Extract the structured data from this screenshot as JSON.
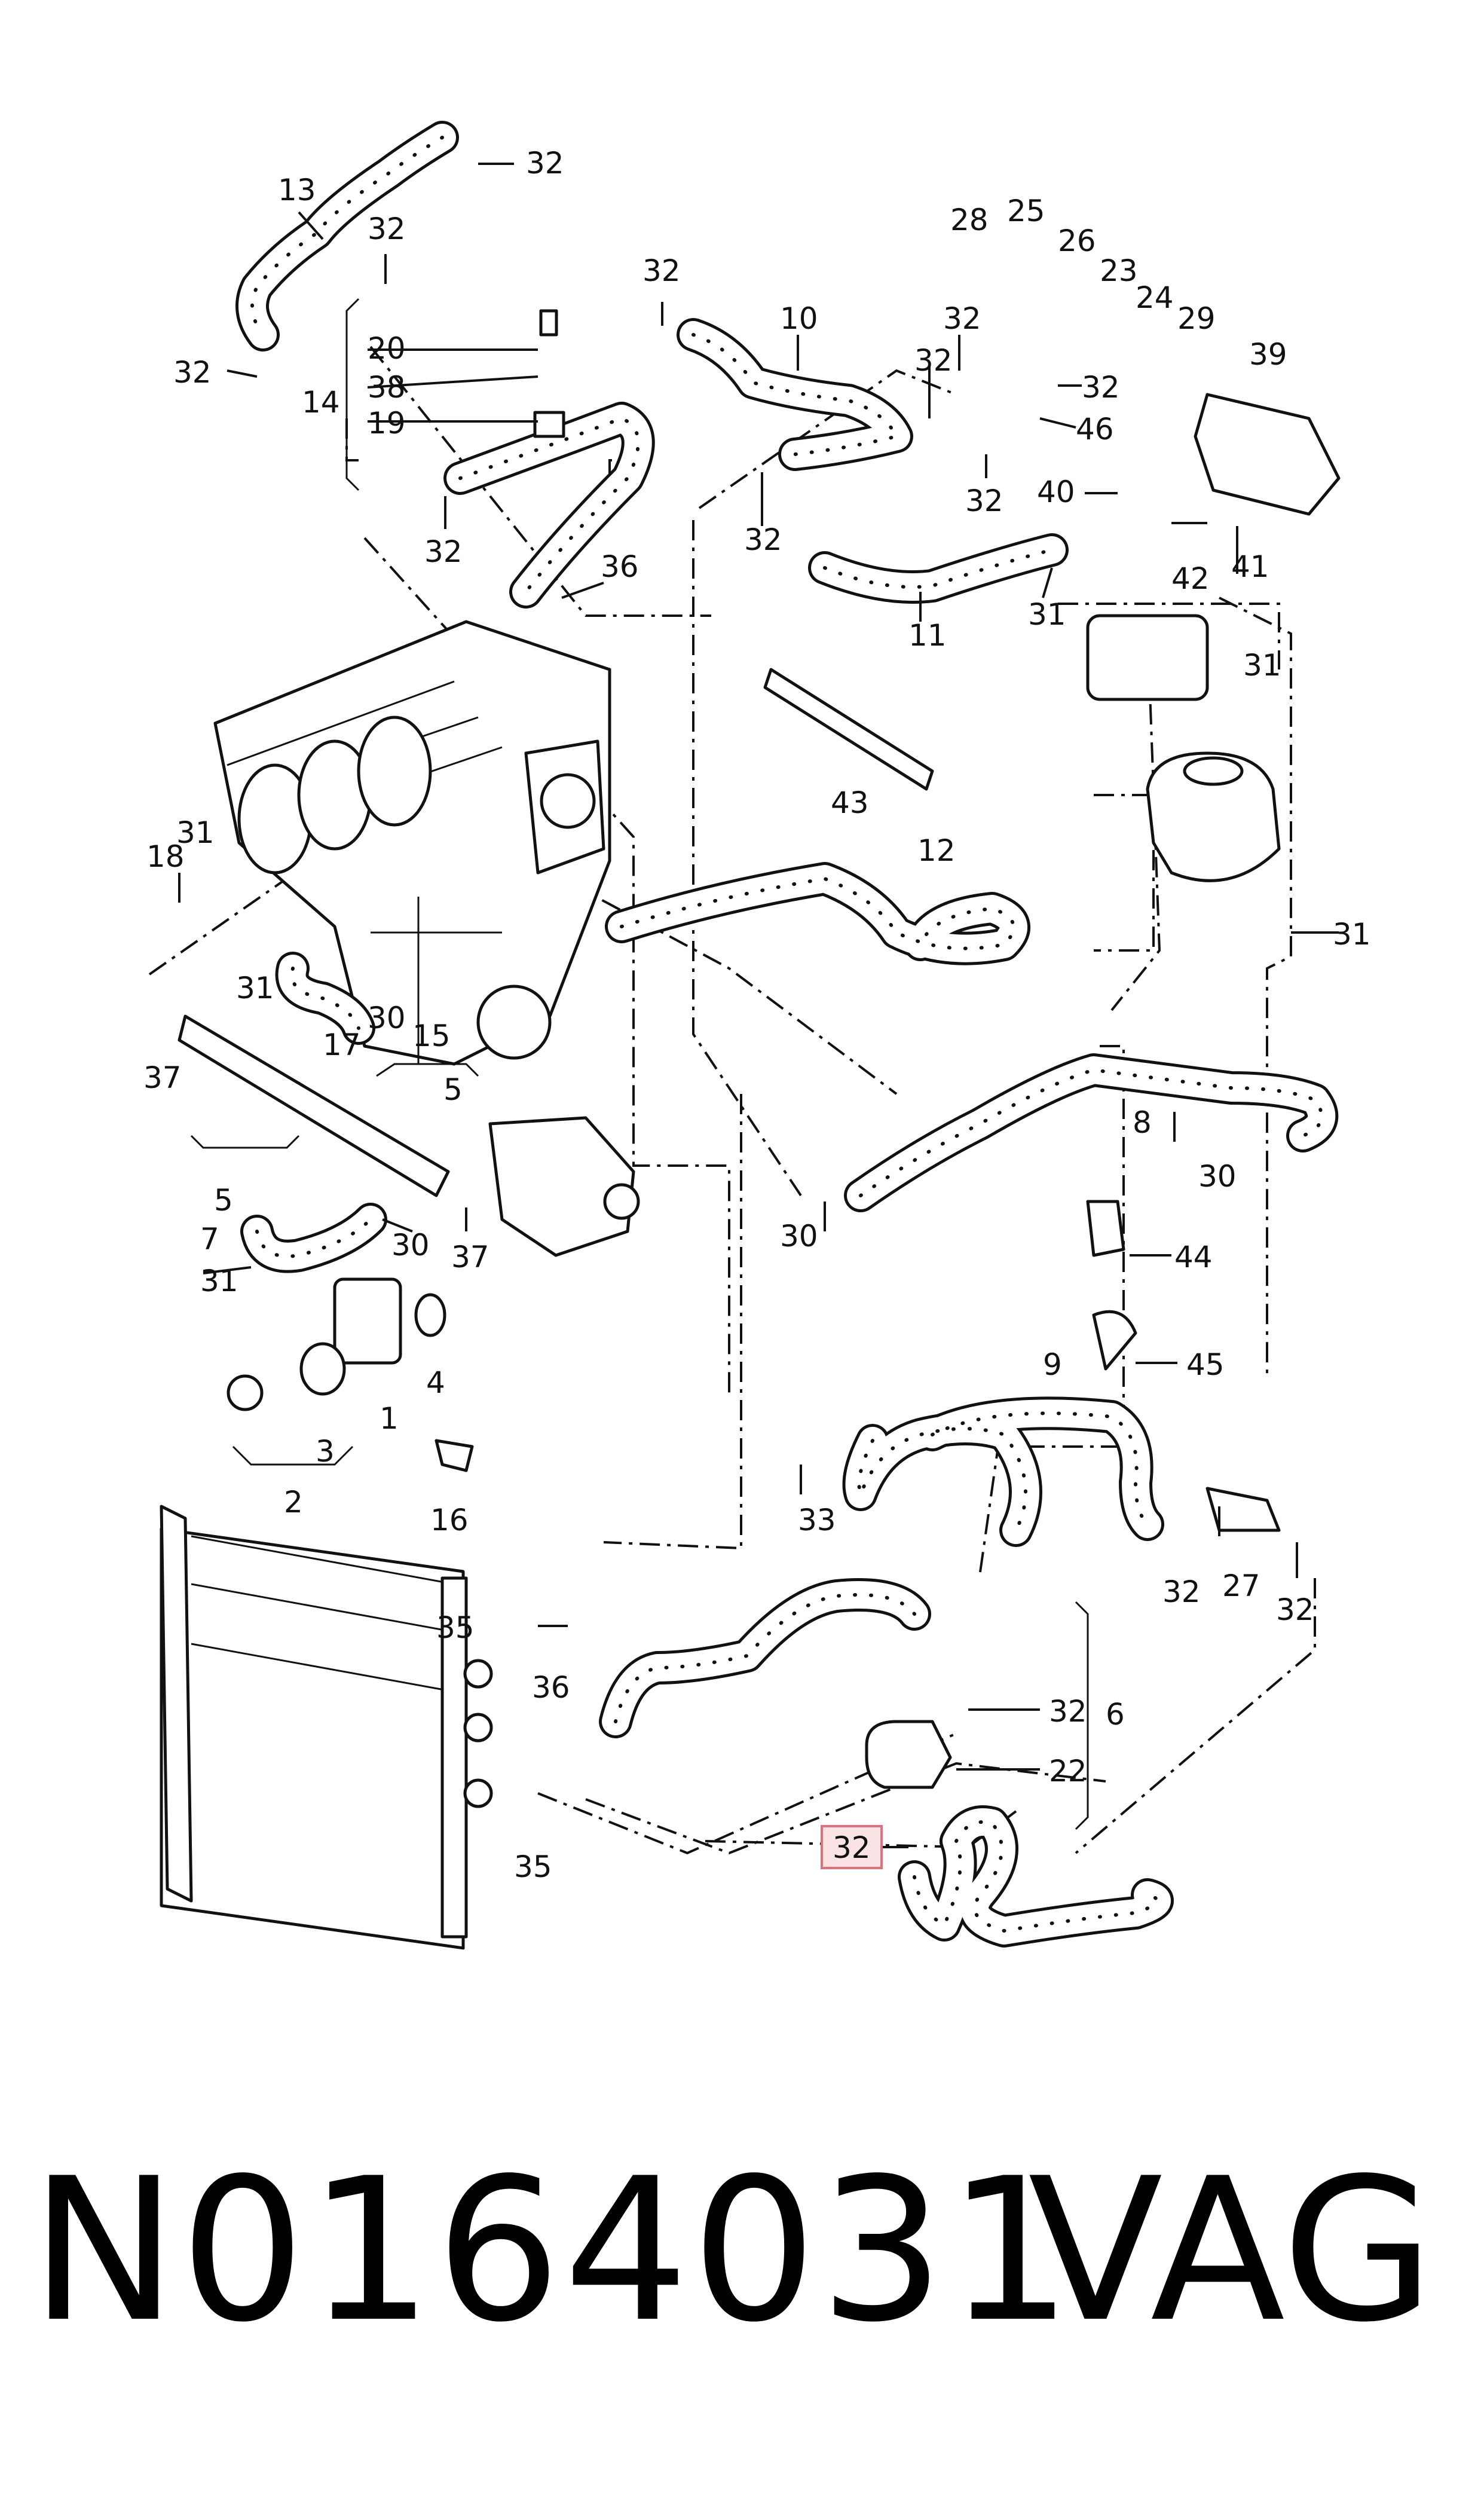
{
  "callouts": {
    "c1": "1",
    "c2": "2",
    "c3": "3",
    "c4": "4",
    "c5": "5",
    "c6": "6",
    "c7": "7",
    "c8": "8",
    "c9": "9",
    "c10": "10",
    "c11": "11",
    "c12": "12",
    "c13": "13",
    "c14": "14",
    "c15": "15",
    "c16": "16",
    "c17": "17",
    "c18": "18",
    "c19": "19",
    "c20": "20",
    "c22": "22",
    "c23": "23",
    "c24": "24",
    "c25": "25",
    "c26": "26",
    "c27": "27",
    "c28": "28",
    "c29": "29",
    "c30": "30",
    "c31": "31",
    "c32": "32",
    "c33": "33",
    "c35": "35",
    "c36": "36",
    "c37": "37",
    "c38": "38",
    "c39": "39",
    "c40": "40",
    "c41": "41",
    "c42": "42",
    "c43": "43",
    "c44": "44",
    "c45": "45",
    "c46": "46"
  },
  "highlight": {
    "label": "32",
    "color": "#e0707a",
    "fill": "#fbe3e5"
  },
  "footer": {
    "part_number": "N0164031",
    "brand": "VAG"
  }
}
